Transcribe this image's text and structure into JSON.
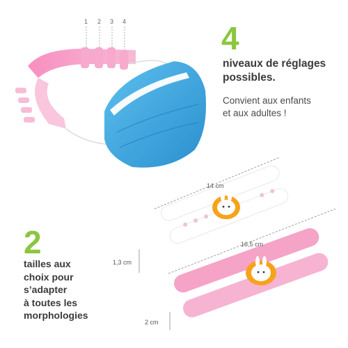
{
  "notch_labels": [
    "1",
    "2",
    "3",
    "4"
  ],
  "adjustment": {
    "number": "4",
    "headline_lines": [
      "niveaux de réglages",
      "possibles."
    ],
    "note_lines": [
      "Convient aux enfants",
      "et aux adultes !"
    ]
  },
  "sizes": {
    "number": "2",
    "text_lines": [
      "tailles aux",
      "choix pour",
      "s’adapter",
      "à toutes les",
      "morphologies"
    ],
    "small": {
      "length": "14 cm",
      "height": "1,3 cm"
    },
    "large": {
      "length": "16,5 cm",
      "height": "2 cm"
    }
  },
  "colors": {
    "accent_green": "#8cc63f",
    "strap_pink": "#f5a3c7",
    "strap_white": "#ffffff",
    "mask_blue": "#3aa6dd",
    "badge_orange": "#f6a31b"
  }
}
